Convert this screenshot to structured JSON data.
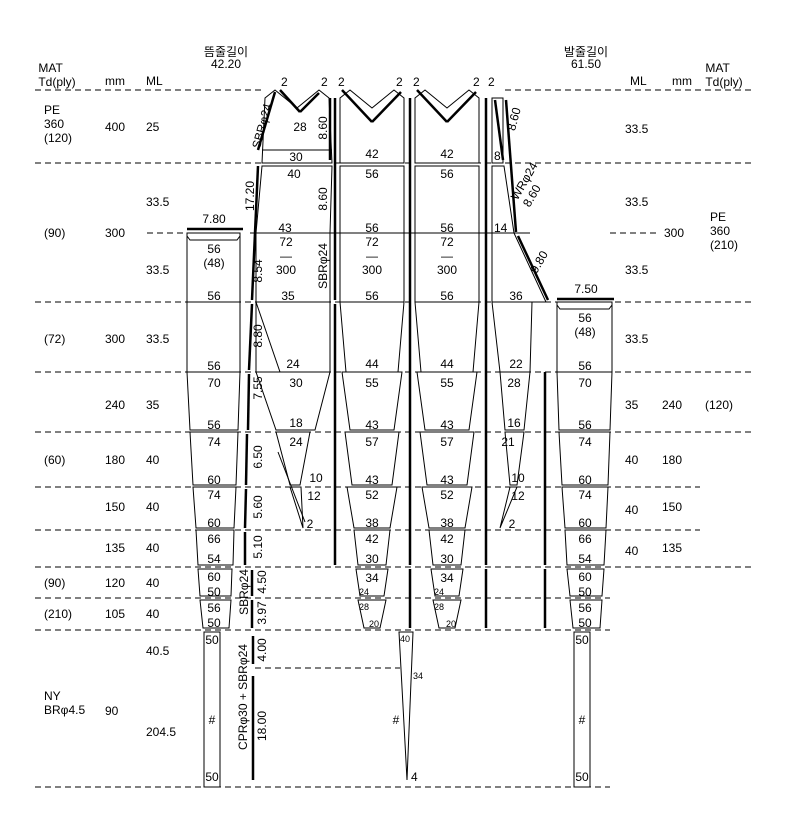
{
  "header": {
    "left_col": "MAT\nTd(ply)",
    "mm": "mm",
    "ml": "ML",
    "left_length_label": "뜸줄길이",
    "left_length_value": "42.20",
    "right_length_label": "발줄길이",
    "right_length_value": "61.50",
    "right_ml": "ML",
    "right_mm": "mm",
    "right_col": "MAT\nTd(ply)",
    "top_twos": [
      "2",
      "2",
      "2",
      "2",
      "2",
      "2",
      "2"
    ]
  },
  "materials": {
    "pe1": "PE\n360\n(120)",
    "p90a": "(90)",
    "p72": "(72)",
    "p60": "(60)",
    "p90b": "(90)",
    "p210": "(210)",
    "ny": "NY\nBRφ4.5",
    "pe2": "PE\n360\n(210)",
    "p120": "(120)"
  },
  "mm": {
    "r1": "400",
    "r2": "300",
    "r3": "300",
    "r4": "240",
    "r5": "180",
    "r6": "150",
    "r7": "135",
    "r8": "120",
    "r9": "105",
    "r10": "90",
    "right_300": "300",
    "right_240": "240",
    "right_180": "180",
    "right_150": "150",
    "right_135": "135"
  },
  "ml": {
    "r1": "25",
    "r2a": "33.5",
    "r2b": "33.5",
    "r3": "33.5",
    "r4": "35",
    "r5": "40",
    "r6": "40",
    "r7": "40",
    "r8": "40",
    "r9": "40",
    "r10a": "40.5",
    "r10b": "204.5",
    "right": [
      "33.5",
      "33.5",
      "33.5",
      "33.5",
      "35",
      "40",
      "40",
      "40"
    ]
  },
  "ropes": {
    "sbr_top": "SBRφ24",
    "v860a": "8.60",
    "v860b": "8.60",
    "v1720": "17.20",
    "sbr_mid": "SBRφ24",
    "v854": "8.54",
    "v880": "8.80",
    "v755": "7.55",
    "v650": "6.50",
    "v560": "5.60",
    "v510": "5.10",
    "v450": "4.50",
    "v397": "3.97",
    "sbr_low": "SBRφ24",
    "v400": "4.00",
    "v1800": "18.00",
    "cpr": "CPRφ30 + SBRφ24",
    "r860": "8.60",
    "wr": "WRφ24\n8.60",
    "r980": "9.80",
    "float_left": "7.80",
    "float_right": "7.50"
  },
  "panels": {
    "p28": "28",
    "p30": "30",
    "p42a": "42",
    "p42b": "42",
    "p40": "40",
    "p56a": "56",
    "p56b": "56",
    "p43": "43",
    "p56c": "56",
    "p56d": "56",
    "p14": "14",
    "p8": "8",
    "p72a": "72\n—\n300",
    "p72b": "72\n—\n300",
    "p72c": "72\n—\n300",
    "p35": "35",
    "p56e": "56",
    "p56f": "56",
    "p36": "36",
    "wing_left": "56\n(48)",
    "wing_left_bot": "56",
    "wing_right": "56\n(48)",
    "wing_right_bot": "56",
    "p24": "24",
    "p44a": "44",
    "p44b": "44",
    "p22": "22",
    "b70a": "70",
    "b56a": "56",
    "p30b": "30",
    "p18": "18",
    "p55a": "55",
    "p43a": "43",
    "p55b": "55",
    "p43b": "43",
    "p28b": "28",
    "p16": "16",
    "b70b": "70",
    "b56b": "56",
    "b74a": "74",
    "b60a": "60",
    "p24b": "24",
    "p10a": "10",
    "p57a": "57",
    "p43c": "43",
    "p57b": "57",
    "p43d": "43",
    "p21": "21",
    "p10b": "10",
    "b74b": "74",
    "b60b": "60",
    "b74c": "74",
    "b60c": "60",
    "p12a": "12",
    "p2a": "2",
    "p52a": "52",
    "p38a": "38",
    "p52b": "52",
    "p38b": "38",
    "p12b": "12",
    "p2b": "2",
    "b74d": "74",
    "b60d": "60",
    "b66a": "66",
    "b54a": "54",
    "p42c": "42",
    "p30c": "30",
    "p42d": "42",
    "p30d": "30",
    "b66b": "66",
    "b54b": "54",
    "b60e": "60",
    "b50a": "50",
    "p34a": "34",
    "p24c": "24",
    "p34b": "34",
    "p24d": "24",
    "b60f": "60",
    "b50b": "50",
    "b56c": "56",
    "b50c": "50",
    "p28c": "28",
    "p20a": "20",
    "p28d": "28",
    "p20b": "20",
    "b56d": "56",
    "b50d": "50",
    "b50e": "50",
    "b50f": "50",
    "c40": "40",
    "c34": "34",
    "c4": "4",
    "hash1": "#",
    "hash2": "#",
    "hash3": "#"
  }
}
